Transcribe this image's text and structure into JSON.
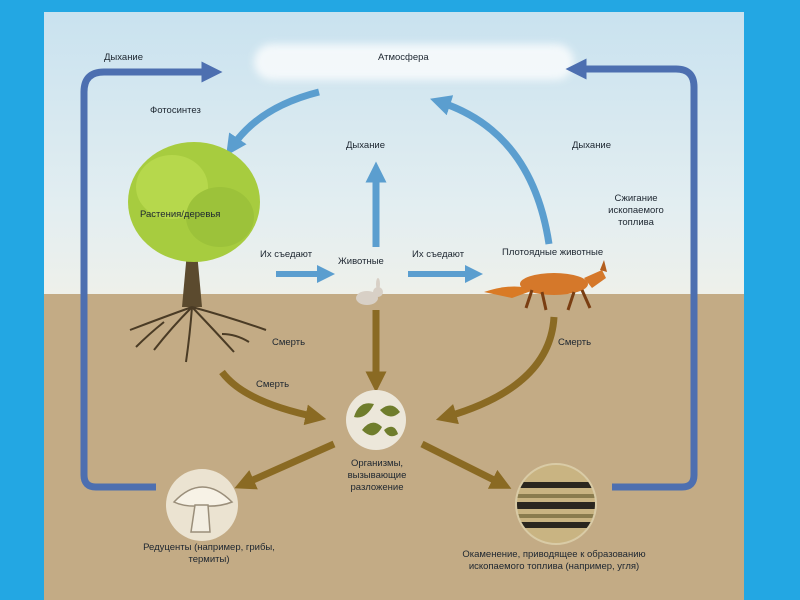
{
  "diagram": {
    "atmosphere": "Атмосфера",
    "respiration_left": "Дыхание",
    "photosynthesis": "Фотосинтез",
    "respiration_center": "Дыхание",
    "respiration_right": "Дыхание",
    "fossil_fuel_burning": "Сжигание ископаемого топлива",
    "plants": "Растения/деревья",
    "eaten_1": "Их съедают",
    "animals": "Животные",
    "eaten_2": "Их съедают",
    "carnivores": "Плотоядные животные",
    "death_left": "Смерть",
    "death_center": "Смерть",
    "death_right": "Смерть",
    "decomposers_organisms": "Организмы, вызывающие разложение",
    "reducers": "Редуценты (например, грибы, термиты)",
    "fossilization": "Окаменение, приводящее к образованию ископаемого топлива (например, угля)"
  },
  "colors": {
    "slide_background": "#23a7e3",
    "sky": "#d7e8f0",
    "soil": "#c3ab85",
    "sky_arrow": "#5b9ecf",
    "cycle_arrow": "#4d6fb0",
    "soil_arrow": "#8a6a23"
  }
}
